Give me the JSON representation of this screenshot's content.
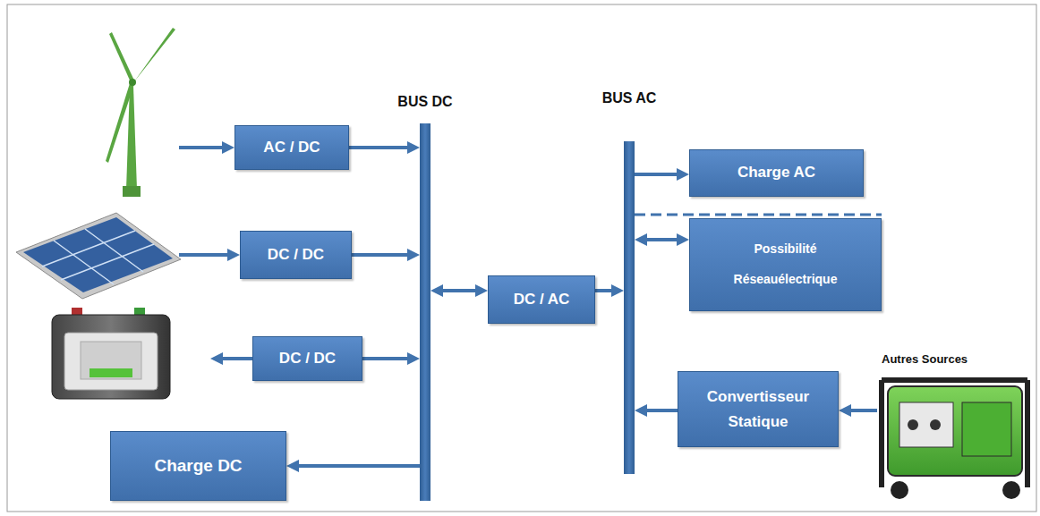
{
  "diagram": {
    "nodes": [
      {
        "text": [
          "AC / DC"
        ]
      },
      {
        "text": [
          "BUS DC"
        ]
      },
      {
        "text": [
          "BUS AC"
        ]
      },
      {
        "text": [
          "Charge AC"
        ]
      },
      {
        "text": [
          "DC / DC"
        ]
      },
      {
        "text": [
          "Possibilité Réseauélectrique"
        ]
      },
      {
        "text": [
          "DC / AC"
        ]
      },
      {
        "text": [
          "DC / DC"
        ]
      },
      {
        "text": [
          "Convertisseur Statique"
        ]
      },
      {
        "text": [
          "Charge DC"
        ]
      }
    ],
    "edges": [
      {
        "from": 0,
        "to": 1,
        "arrow": "to"
      },
      {
        "from": 4,
        "to": 1,
        "arrow": "to"
      },
      {
        "from": 7,
        "to": 1,
        "arrow": "to"
      },
      {
        "from": 1,
        "to": 6,
        "arrow": "both"
      },
      {
        "from": 6,
        "to": 2,
        "arrow": "to"
      },
      {
        "from": 2,
        "to": 3,
        "arrow": "to"
      },
      {
        "from": 2,
        "to": 5,
        "arrow": "both"
      },
      {
        "from": 8,
        "to": 2,
        "arrow": "to"
      },
      {
        "from": 1,
        "to": 9,
        "arrow": "to"
      }
    ],
    "labels": [
      "Autres Sources"
    ]
  }
}
